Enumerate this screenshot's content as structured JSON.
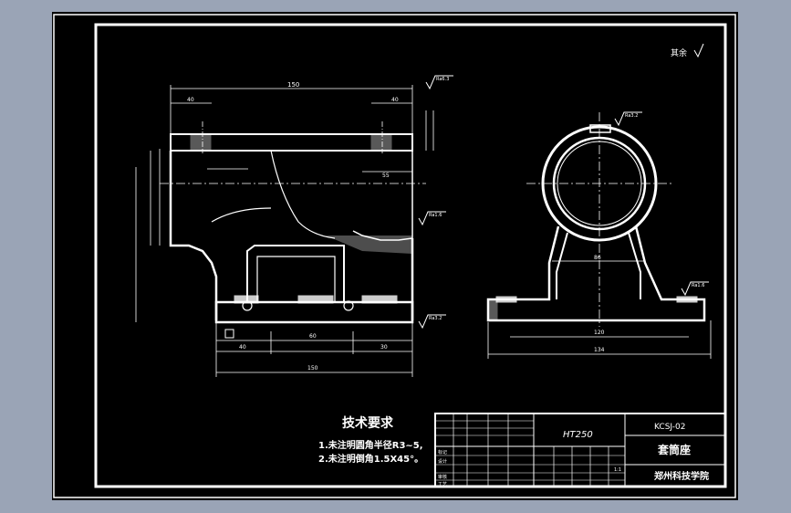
{
  "surface_finish_note": "其余",
  "tech_requirements": {
    "title": "技术要求",
    "items": [
      "1.未注明圆角半径R3~5,",
      "2.未注明倒角1.5X45°。"
    ]
  },
  "title_block": {
    "material": "HT250",
    "drawing_no": "KCSJ-02",
    "part_name": "套筒座",
    "school": "郑州科技学院",
    "scale": "1:1",
    "row_labels": [
      "标记",
      "设计",
      "审核",
      "工艺"
    ]
  },
  "dimensions": {
    "front_overall_top": "150",
    "front_left_top": "40",
    "front_right_top": "40",
    "front_bottom_total": "150",
    "front_bottom_segs": [
      "40",
      "60",
      "30"
    ],
    "front_depth": "55",
    "side_width_a": "120",
    "side_width_b": "134",
    "side_inner": "86",
    "ra_values": [
      "Ra6.3",
      "Ra3.2",
      "Ra1.6",
      "Ra3.2",
      "Ra1.6"
    ]
  }
}
